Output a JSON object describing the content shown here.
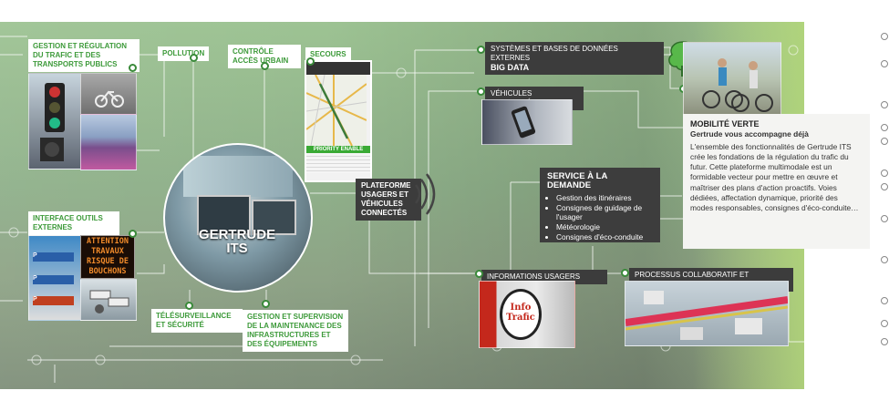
{
  "labels": {
    "gestion_regulation": "GESTION ET RÉGULATION DU TRAFIC ET DES TRANSPORTS PUBLICS",
    "pollution": "POLLUTION",
    "controle": "CONTRÔLE ACCÈS URBAIN",
    "secours": "SECOURS",
    "interface": "INTERFACE OUTILS EXTERNES",
    "telesurveillance": "TÉLÉSURVEILLANCE ET SÉCURITÉ",
    "maintenance": "GESTION ET SUPERVISION DE LA MAINTENANCE DES INFRASTRUCTURES ET DES ÉQUIPEMENTS"
  },
  "center": {
    "title_line1": "GERTRUDE",
    "title_line2": "ITS"
  },
  "plateforme": "PLATEFORME USAGERS ET VÉHICULES CONNECTÉS",
  "systemes": {
    "line1": "SYSTÈMES ET BASES DE DONNÉES EXTERNES",
    "line2": "BIG DATA"
  },
  "vehicules": "VÉHICULES CONNECTÉS",
  "informations": "INFORMATIONS USAGERS",
  "processus": "PROCESSUS COLLABORATIF ET INTERACTIF",
  "service": {
    "title": "SERVICE À LA DEMANDE",
    "items": [
      "Gestion des itinéraires",
      "Consignes de guidage de l'usager",
      "Météorologie",
      "Consignes d'éco-conduite"
    ]
  },
  "mobilite": {
    "title": "MOBILITÉ VERTE",
    "subtitle": "Gertrude vous accompagne déjà",
    "body": "L'ensemble des fonctionnalités de Gertrude ITS crée les fondations de la régulation du trafic du futur. Cette plateforme multimodale est un formidable vecteur pour mettre en œuvre et maîtriser des plans d'action proactifs. Voies dédiées, affectation dynamique, priorité des modes responsables, consignes d'éco-conduite…"
  },
  "phone": {
    "banner": "PRIORITY ENABLE"
  },
  "signs": {
    "line1": "ATTENTION",
    "line2": "TRAVAUX",
    "line3": "RISQUE DE",
    "line4": "BOUCHONS"
  },
  "info_trafic": {
    "line1": "Info",
    "line2": "Trafic"
  },
  "colors": {
    "green": "#3d9a3a",
    "dark": "#3c3c3c",
    "panel": "#8fb08a"
  }
}
